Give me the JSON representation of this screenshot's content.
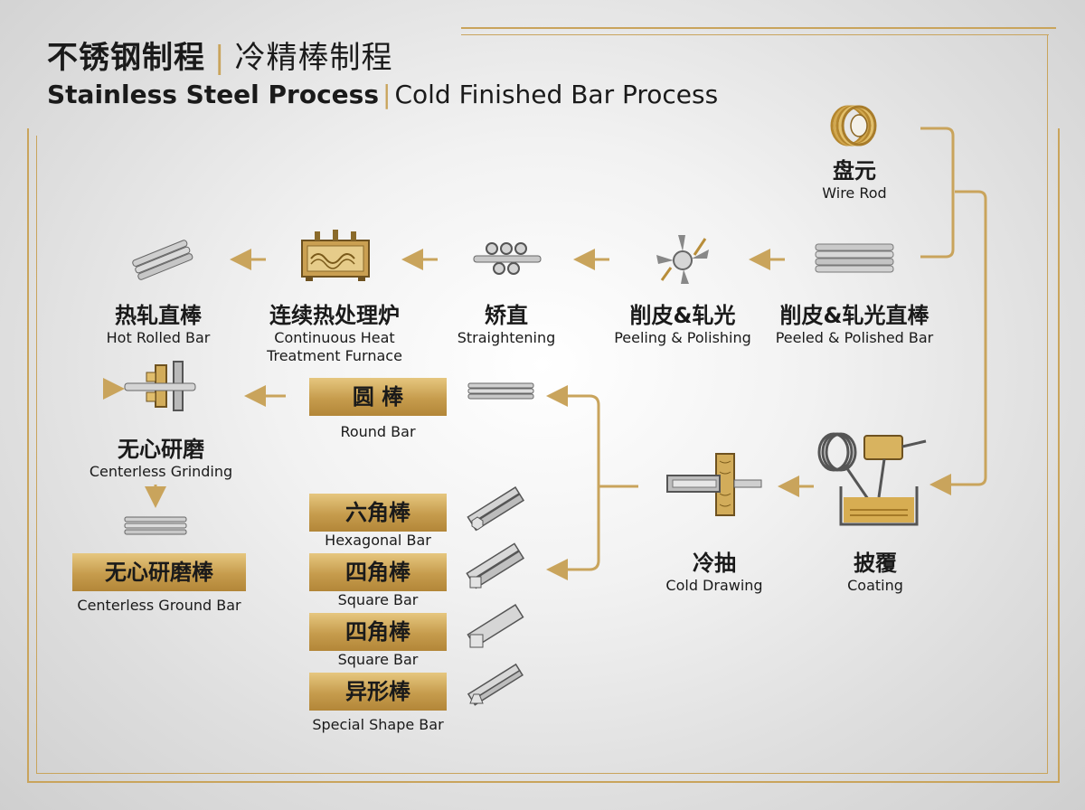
{
  "header": {
    "title_cn_bold": "不锈钢制程",
    "title_cn_divider": "|",
    "title_cn_light": "冷精棒制程",
    "title_en_bold": "Stainless Steel Process",
    "title_en_divider": "|",
    "title_en_light": "Cold Finished Bar Process"
  },
  "colors": {
    "accent_gold": "#c9a45c",
    "box_gold": "#c69c4d",
    "text": "#1a1a1a",
    "background": "#e6e6e6"
  },
  "steps": {
    "wire_rod": {
      "cn": "盘元",
      "en": "Wire Rod",
      "icon": "wire-coil-icon"
    },
    "peeled_polished_bar": {
      "cn": "削皮&轧光直棒",
      "en": "Peeled & Polished Bar",
      "icon": "bar-bundle-icon"
    },
    "peeling_polishing": {
      "cn": "削皮&轧光",
      "en": "Peeling & Polishing",
      "icon": "peeling-cutter-icon"
    },
    "straightening": {
      "cn": "矫直",
      "en": "Straightening",
      "icon": "straightening-rollers-icon"
    },
    "furnace": {
      "cn": "连续热处理炉",
      "en_line1": "Continuous Heat",
      "en_line2": "Treatment Furnace",
      "icon": "furnace-icon"
    },
    "hot_rolled_bar": {
      "cn": "热轧直棒",
      "en": "Hot Rolled Bar",
      "icon": "bar-bundle-icon"
    },
    "coating": {
      "cn": "披覆",
      "en": "Coating",
      "icon": "coating-tank-icon"
    },
    "cold_drawing": {
      "cn": "冷抽",
      "en": "Cold Drawing",
      "icon": "cold-drawing-die-icon"
    },
    "centerless_grinding": {
      "cn": "无心研磨",
      "en": "Centerless Grinding",
      "icon": "grinding-wheel-icon"
    },
    "centerless_ground_bar": {
      "cn": "无心研磨棒",
      "en": "Centerless Ground Bar",
      "icon": "ground-bar-icon"
    }
  },
  "products": [
    {
      "cn": "圆 棒",
      "en": "Round Bar",
      "icon": "round-bar-icon"
    },
    {
      "cn": "六角棒",
      "en": "Hexagonal Bar",
      "icon": "hexagonal-bar-icon"
    },
    {
      "cn": "四角棒",
      "en": "Square Bar",
      "icon": "square-bar-icon"
    },
    {
      "cn": "四角棒",
      "en": "Square Bar",
      "icon": "square-bar-icon"
    },
    {
      "cn": "异形棒",
      "en": "Special Shape Bar",
      "icon": "special-shape-bar-icon"
    }
  ]
}
